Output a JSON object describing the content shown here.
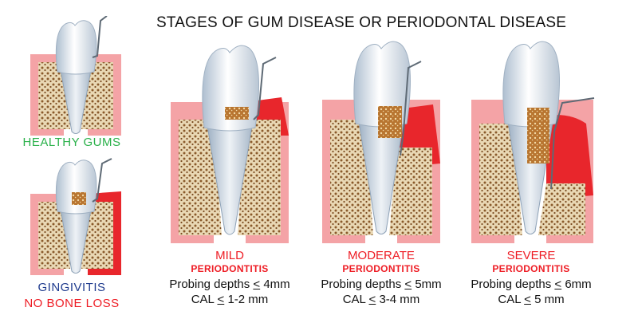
{
  "title": "STAGES OF GUM DISEASE OR PERIODONTAL DISEASE",
  "colors": {
    "healthy": "#2ab14a",
    "gingivitis_blue": "#1f3b8e",
    "alert_red": "#ee1c24",
    "gum_pink": "#f4a3a6",
    "inflamed_gum": "#e8262c",
    "bone": "#e7d6b3",
    "tartar": "#a8682a"
  },
  "panels": {
    "healthy": {
      "label": "HEALTHY GUMS"
    },
    "gingivitis": {
      "label_1": "GINGIVITIS",
      "label_2": "NO BONE LOSS"
    },
    "mild": {
      "stage": "MILD",
      "type": "PERIODONTITIS",
      "probing_prefix": "Probing depths",
      "probing_sym": "<",
      "probing_value": "4mm",
      "cal_prefix": "CAL",
      "cal_sym": "<",
      "cal_value": "1-2 mm"
    },
    "moderate": {
      "stage": "MODERATE",
      "type": "PERIODONTITIS",
      "probing_prefix": "Probing depths",
      "probing_sym": "<",
      "probing_value": "5mm",
      "cal_prefix": "CAL",
      "cal_sym": "<",
      "cal_value": "3-4 mm"
    },
    "severe": {
      "stage": "SEVERE",
      "type": "PERIODONTITIS",
      "probing_prefix": "Probing depths",
      "probing_sym": "<",
      "probing_value": "6mm",
      "cal_prefix": "CAL",
      "cal_sym": "<",
      "cal_value": "5 mm"
    }
  }
}
